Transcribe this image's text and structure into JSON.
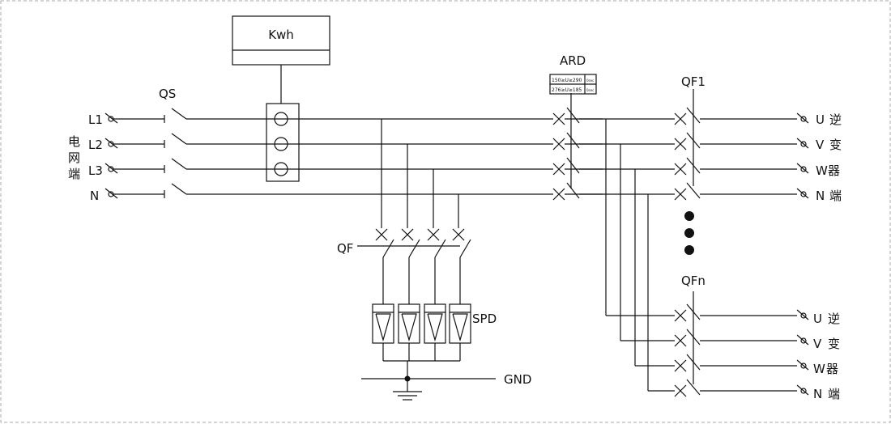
{
  "meter": {
    "label": "Kwh"
  },
  "switches": {
    "qs": "QS",
    "ard": "ARD",
    "qf": "QF",
    "spd": "SPD",
    "gnd": "GND",
    "qf1": "QF1",
    "qfn": "QFn"
  },
  "ard_box": {
    "line1": "150≥U≥290",
    "line2": "276≥U≥185",
    "unit1": "0sec",
    "unit2": "0sec"
  },
  "grid_side": {
    "chars": [
      "电",
      "网",
      "端"
    ]
  },
  "inputs": [
    "L1",
    "L2",
    "L3",
    "N"
  ],
  "outputs": [
    "U",
    "V",
    "W",
    "N"
  ],
  "output_side": [
    "逆",
    "变",
    "器",
    "端"
  ]
}
